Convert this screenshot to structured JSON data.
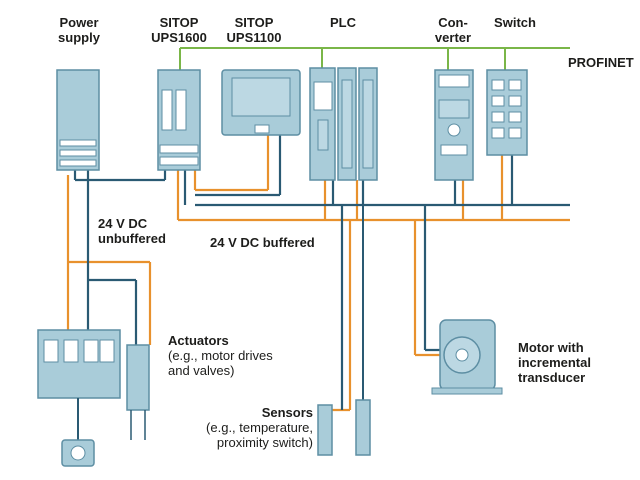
{
  "labels": {
    "power_supply": [
      "Power",
      "supply"
    ],
    "ups1600": [
      "SITOP",
      "UPS1600"
    ],
    "ups1100": [
      "SITOP",
      "UPS1100"
    ],
    "plc": "PLC",
    "converter": [
      "Con-",
      "verter"
    ],
    "switch": "Switch",
    "profinet": "PROFINET",
    "unbuffered": [
      "24 V DC",
      "unbuffered"
    ],
    "buffered": "24 V DC buffered",
    "actuators_title": "Actuators",
    "actuators_note": [
      "(e.g., motor drives",
      "and valves)"
    ],
    "motor": [
      "Motor with",
      "incremental",
      "transducer"
    ],
    "sensors_title": "Sensors",
    "sensors_note": [
      "(e.g., temperature,",
      "proximity switch)"
    ]
  },
  "colors": {
    "profinet_line": "#7ab648",
    "power_line": "#e8912d",
    "signal_line": "#2a5a73",
    "device_fill": "#a9ccd9",
    "device_stroke": "#5d8ea3",
    "text": "#1d1d1b"
  }
}
